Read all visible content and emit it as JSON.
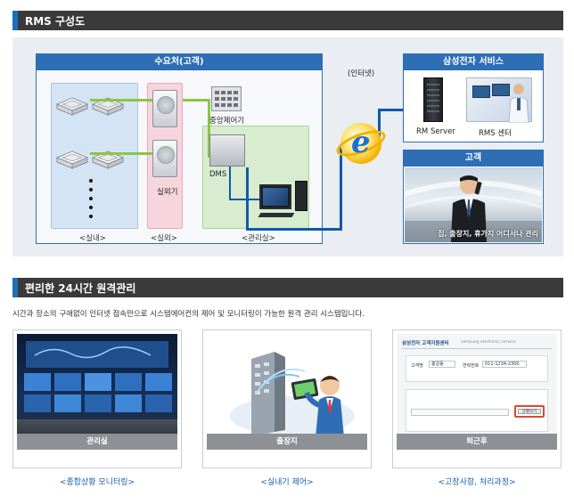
{
  "section1": {
    "title": "RMS 구성도"
  },
  "diagram": {
    "customer_box_title": "수요처(고객)",
    "zone_indoor": "<실내>",
    "zone_outdoor": "<실외>",
    "zone_mgmt": "<관리실>",
    "central_controller": "중앙제어기",
    "dms": "DMS",
    "outdoor_unit": "실외기",
    "internet": "(인터넷)",
    "service_box_title": "삼성전자 서비스",
    "rm_server": "RM Server",
    "rms_center": "RMS 센터",
    "customer2_box_title": "고객",
    "customer2_caption": "집, 출장지, 휴가지 어디서나 관리"
  },
  "section2": {
    "title": "편리한 24시간 원격관리",
    "intro": "시간과 장소의 구애없이 인터넷 접속만으로 시스템에어컨의 제어 및 모니터링이 가능한 원격 관리 시스템입니다."
  },
  "cards": [
    {
      "caption": "관리실",
      "link": "<종합상황 모니터링>"
    },
    {
      "caption": "출장지",
      "link": "<실내기 제어>"
    },
    {
      "caption": "퇴근후",
      "link": "<고장사항, 처리과정>"
    }
  ],
  "screenshot_card": {
    "header": "삼성전자 고객지원센터",
    "header_sub": "samsung electronic service",
    "field1_label": "고객명",
    "field1_value": "홍길동",
    "field2_label": "연락번호",
    "field2_value": "011-1234-2300",
    "button": "상황보기"
  },
  "colors": {
    "accent_blue": "#2e6eb5",
    "pipe_green": "#8cc63f",
    "network_blue": "#0f5aa8",
    "section_bar": "#3a3a3a"
  }
}
